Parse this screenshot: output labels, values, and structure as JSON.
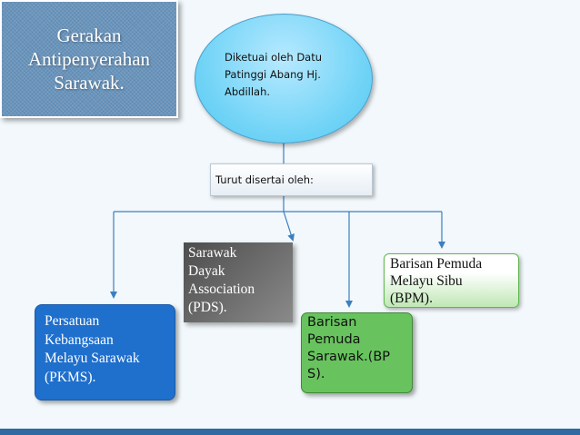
{
  "title": {
    "lines": [
      "Gerakan",
      "Antipenyerahan",
      "Sarawak."
    ]
  },
  "leader": {
    "lines": [
      "Diketuai oleh Datu",
      "Patinggi Abang Hj.",
      "Abdillah."
    ]
  },
  "accompanied": {
    "text": "Turut disertai oleh:"
  },
  "organizations": {
    "pkms": {
      "lines": [
        "Persatuan",
        "Kebangsaan",
        "Melayu Sarawak",
        "(PKMS)."
      ]
    },
    "pds": {
      "lines": [
        "Sarawak",
        "Dayak",
        "Association",
        "(PDS)."
      ]
    },
    "bps": {
      "lines": [
        "Barisan",
        "Pemuda",
        "Sarawak.(BP",
        "S)."
      ]
    },
    "bpm": {
      "lines": [
        "Barisan Pemuda",
        "Melayu Sibu",
        "(BPM)."
      ]
    }
  },
  "colors": {
    "title_bg": "#6a95bd",
    "ellipse": "#6cd2f6",
    "pkms": "#1f6fcc",
    "pds": "#5e5e5e",
    "bps": "#68c35e",
    "bpm_border": "#62b653",
    "connector": "#3b7fc1"
  }
}
